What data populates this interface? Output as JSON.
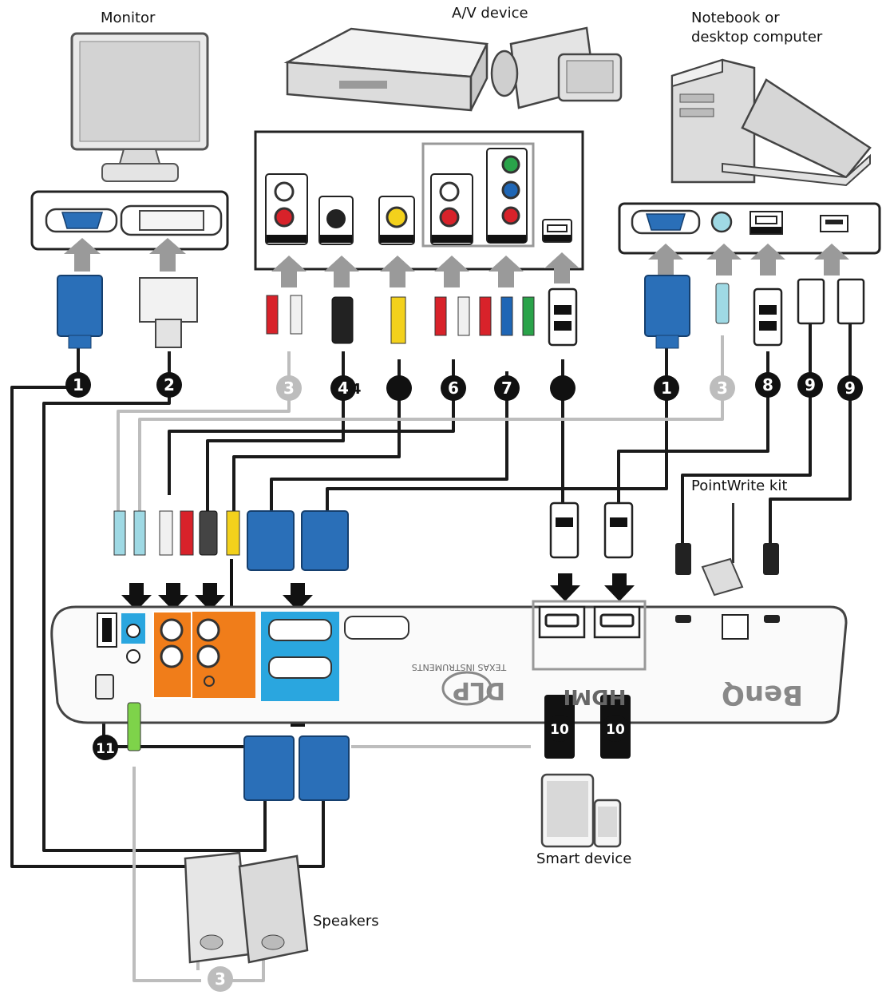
{
  "labels": {
    "monitor": "Monitor",
    "av_device": "A/V device",
    "computer_line1": "Notebook or",
    "computer_line2": "desktop computer",
    "pointwrite": "PointWrite kit",
    "smart_device": "Smart device",
    "speakers": "Speakers"
  },
  "callouts": [
    "1",
    "2",
    "3",
    "4",
    "6",
    "7",
    "8",
    "9",
    "10",
    "11"
  ],
  "callout_4_suffix": "4",
  "projector": {
    "brand": "BenQ",
    "dlp": "DLP",
    "texas": "TEXAS INSTRUMENTS",
    "hdmi_logo": "HDMI"
  },
  "colors": {
    "vga_blue": "#2a6fb8",
    "audio_panel": "#f07d1a",
    "monitor_panel": "#2aa6df",
    "rca_red": "#d8222a",
    "rca_yellow": "#f3d11c",
    "component_green": "#2aa34a",
    "component_blue": "#1f66b5"
  }
}
